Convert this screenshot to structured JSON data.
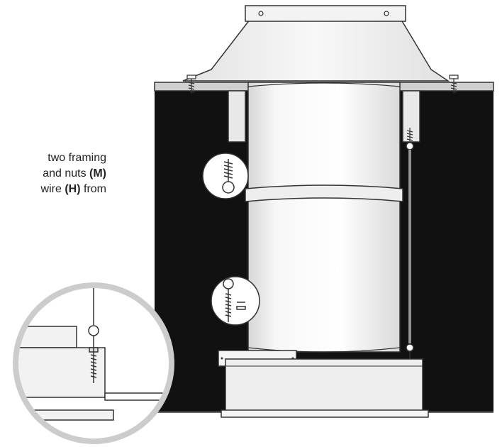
{
  "caption": {
    "line1": "two framing",
    "line2_text": "and nuts ",
    "line2_label": "(M)",
    "line3_text": "wire ",
    "line3_label": "(H)",
    "line3_after": " from"
  },
  "colors": {
    "background": "#ffffff",
    "panel": "#111111",
    "outline": "#333333",
    "metal_light": "#f2f2f2",
    "metal_mid": "#dcdcdc",
    "magnifier_ring": "#cccccc"
  },
  "icons": {
    "callout_upper": "eye-screw-icon",
    "callout_lower": "eye-bolt-nut-icon"
  }
}
